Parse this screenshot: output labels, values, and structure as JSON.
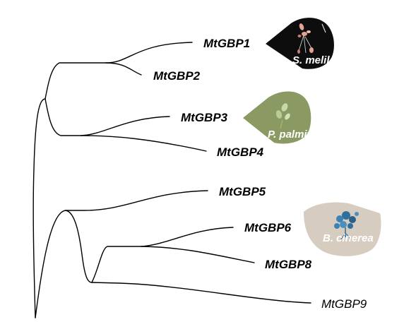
{
  "leaves": {
    "mtgbp1": "MtGBP1",
    "mtgbp2": "MtGBP2",
    "mtgbp3": "MtGBP3",
    "mtgbp4": "MtGBP4",
    "mtgbp5": "MtGBP5",
    "mtgbp6": "MtGBP6",
    "mtgbp8": "MtGBP8",
    "mtgbp9": "MtGBP9"
  },
  "pathogens": {
    "s_meliloti": "S. meliloti",
    "p_palmivora": "P. palmivora",
    "b_cinerea": "B. cinerea"
  },
  "colors": {
    "tree": "#000000",
    "s_meliloti_badge": "#0d0d0d",
    "p_palmivora_badge": "#8a9a62",
    "b_cinerea_badge": "#d6ccbf",
    "badge_text": "#ffffff"
  }
}
